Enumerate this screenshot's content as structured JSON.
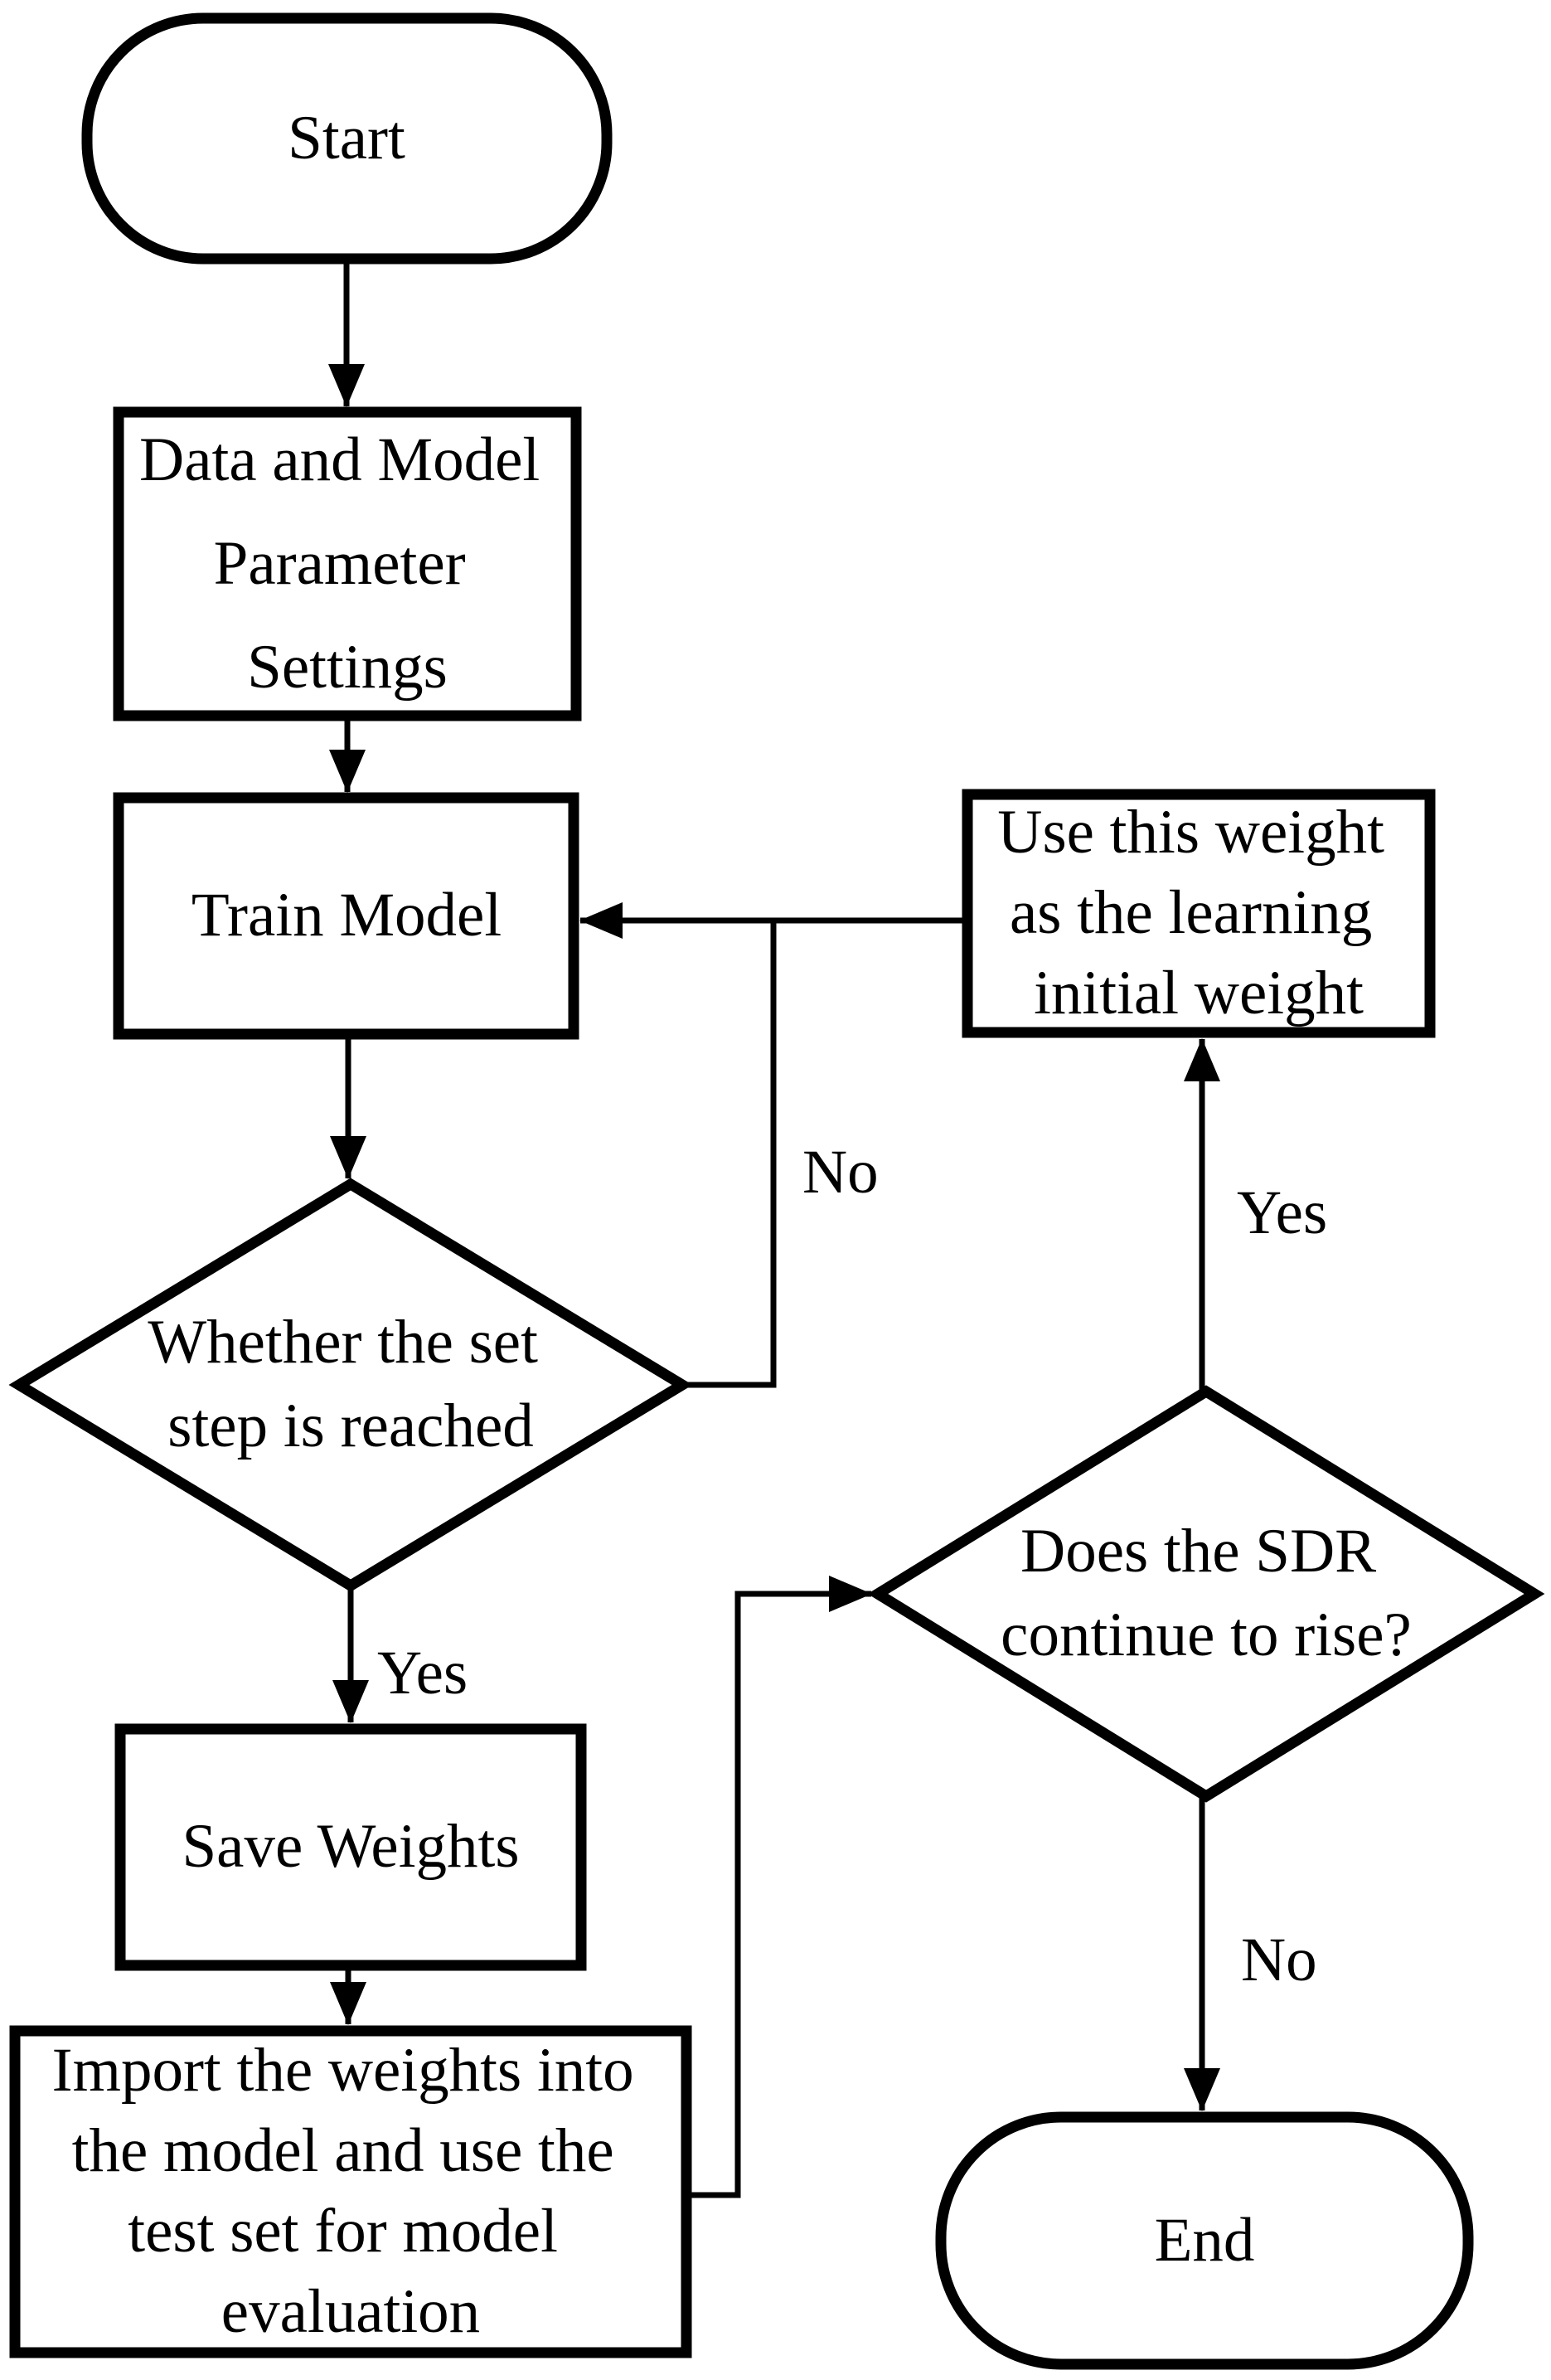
{
  "diagram_type": "flowchart",
  "colors": {
    "stroke": "#000000",
    "background": "#ffffff",
    "text": "#000000"
  },
  "nodes": {
    "start": {
      "shape": "terminator",
      "label": "Start",
      "lines": [
        "Start"
      ]
    },
    "settings": {
      "shape": "process",
      "label": "Data and Model Parameter Settings",
      "lines": [
        "Data and Model",
        "Parameter",
        "Settings"
      ]
    },
    "train": {
      "shape": "process",
      "label": "Train Model",
      "lines": [
        "Train Model"
      ]
    },
    "step_check": {
      "shape": "decision",
      "label": "Whether the set step is reached",
      "lines": [
        "Whether the set",
        "step is reached"
      ]
    },
    "save": {
      "shape": "process",
      "label": "Save Weights",
      "lines": [
        "Save Weights"
      ]
    },
    "import_eval": {
      "shape": "process",
      "label": "Import the weights into the model and use the test set for model evaluation",
      "lines": [
        "Import the weights into",
        "the model and use the",
        "test set for model",
        "evaluation"
      ]
    },
    "sdr_check": {
      "shape": "decision",
      "label": "Does the SDR continue to rise?",
      "lines": [
        "Does the SDR",
        "continue to rise?"
      ]
    },
    "use_weight": {
      "shape": "process",
      "label": "Use this weight as the learning initial weight",
      "lines": [
        "Use this weight",
        "as the learning",
        "initial weight"
      ]
    },
    "end": {
      "shape": "terminator",
      "label": "End",
      "lines": [
        "End"
      ]
    }
  },
  "edges": {
    "start_to_settings": {
      "from": "start",
      "to": "settings",
      "label": ""
    },
    "settings_to_train": {
      "from": "settings",
      "to": "train",
      "label": ""
    },
    "train_to_step": {
      "from": "train",
      "to": "step_check",
      "label": ""
    },
    "step_no_loop": {
      "from": "step_check",
      "to": "train",
      "label": "No"
    },
    "step_yes": {
      "from": "step_check",
      "to": "save",
      "label": "Yes"
    },
    "save_to_import": {
      "from": "save",
      "to": "import_eval",
      "label": ""
    },
    "import_to_sdr": {
      "from": "import_eval",
      "to": "sdr_check",
      "label": ""
    },
    "sdr_yes": {
      "from": "sdr_check",
      "to": "use_weight",
      "label": "Yes"
    },
    "use_to_train": {
      "from": "use_weight",
      "to": "train",
      "label": ""
    },
    "sdr_no": {
      "from": "sdr_check",
      "to": "end",
      "label": "No"
    }
  }
}
